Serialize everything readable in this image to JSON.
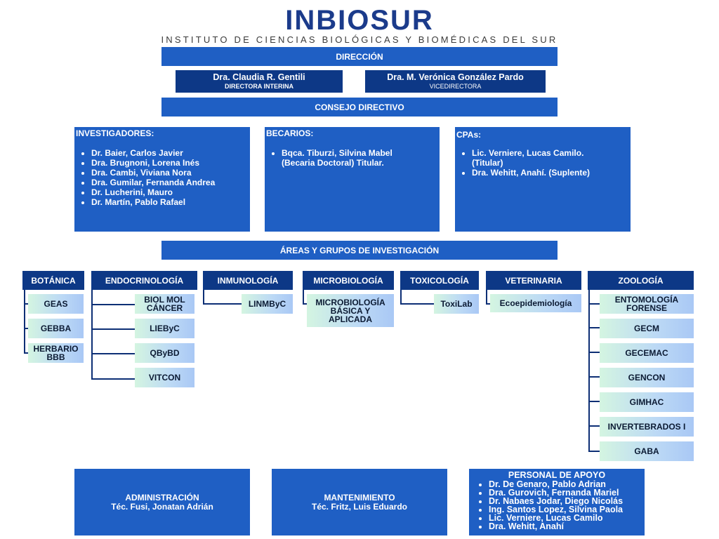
{
  "header": {
    "title": "INBIOSUR",
    "subtitle": "INSTITUTO DE CIENCIAS BIOLÓGICAS Y BIOMÉDICAS DEL SUR"
  },
  "direccion": {
    "label": "DIRECCIÓN",
    "directora": {
      "name": "Dra. Claudia R. Gentili",
      "role": "DIRECTORA INTERINA"
    },
    "vicedirectora": {
      "name": "Dra. M. Verónica González Pardo",
      "role": "VICEDIRECTORA"
    }
  },
  "consejo": {
    "label": "CONSEJO DIRECTIVO",
    "investigadores": {
      "title": "INVESTIGADORES:",
      "members": [
        "Dr. Baier, Carlos Javier",
        "Dra. Brugnoni, Lorena Inés",
        "Dra. Cambi, Viviana Nora",
        "Dra. Gumilar, Fernanda Andrea",
        "Dr. Lucherini, Mauro",
        "Dr. Martín, Pablo Rafael"
      ]
    },
    "becarios": {
      "title": "BECARIOS:",
      "members": [
        "Bqca. Tiburzi, Silvina Mabel (Becaria Doctoral) Titular."
      ]
    },
    "cpas": {
      "title": "CPAs:",
      "members": [
        "Lic. Verniere, Lucas Camilo. (Titular)",
        "Dra. Wehitt, Anahí. (Suplente)"
      ]
    }
  },
  "areas": {
    "label": "ÁREAS Y GRUPOS DE INVESTIGACIÓN",
    "list": [
      {
        "name": "BOTÁNICA",
        "groups": [
          "GEAS",
          "GEBBA",
          "HERBARIO BBB"
        ]
      },
      {
        "name": "ENDOCRINOLOGÍA",
        "groups": [
          "BIOL MOL CÁNCER",
          "LIEByC",
          "QByBD",
          "VITCON"
        ]
      },
      {
        "name": "INMUNOLOGÍA",
        "groups": [
          "LINMByC"
        ]
      },
      {
        "name": "MICROBIOLOGÍA",
        "groups": [
          "MICROBIOLOGÍA BÁSICA Y APLICADA"
        ]
      },
      {
        "name": "TOXICOLOGÍA",
        "groups": [
          "ToxiLab"
        ]
      },
      {
        "name": "VETERINARIA",
        "groups": [
          "Ecoepidemiología"
        ]
      },
      {
        "name": "ZOOLOGÍA",
        "groups": [
          "ENTOMOLOGÍA FORENSE",
          "GECM",
          "GECEMAC",
          "GENCON",
          "GIMHAC",
          "INVERTEBRADOS I",
          "GABA"
        ]
      }
    ]
  },
  "footer": {
    "administracion": {
      "title": "ADMINISTRACIÓN",
      "person": "Téc. Fusi, Jonatan Adrián"
    },
    "mantenimiento": {
      "title": "MANTENIMIENTO",
      "person": "Téc. Fritz, Luis Eduardo"
    },
    "apoyo": {
      "title": "PERSONAL DE APOYO",
      "members": [
        "Dr. De Genaro, Pablo Adrian",
        "Dra. Gurovich, Fernanda Mariel",
        "Dr. Nabaes Jodar, Diego Nicolás",
        "Ing. Santos Lopez, Silvina Paola",
        "Lic. Verniere, Lucas Camilo",
        "Dra. Wehitt, Anahí"
      ]
    }
  }
}
